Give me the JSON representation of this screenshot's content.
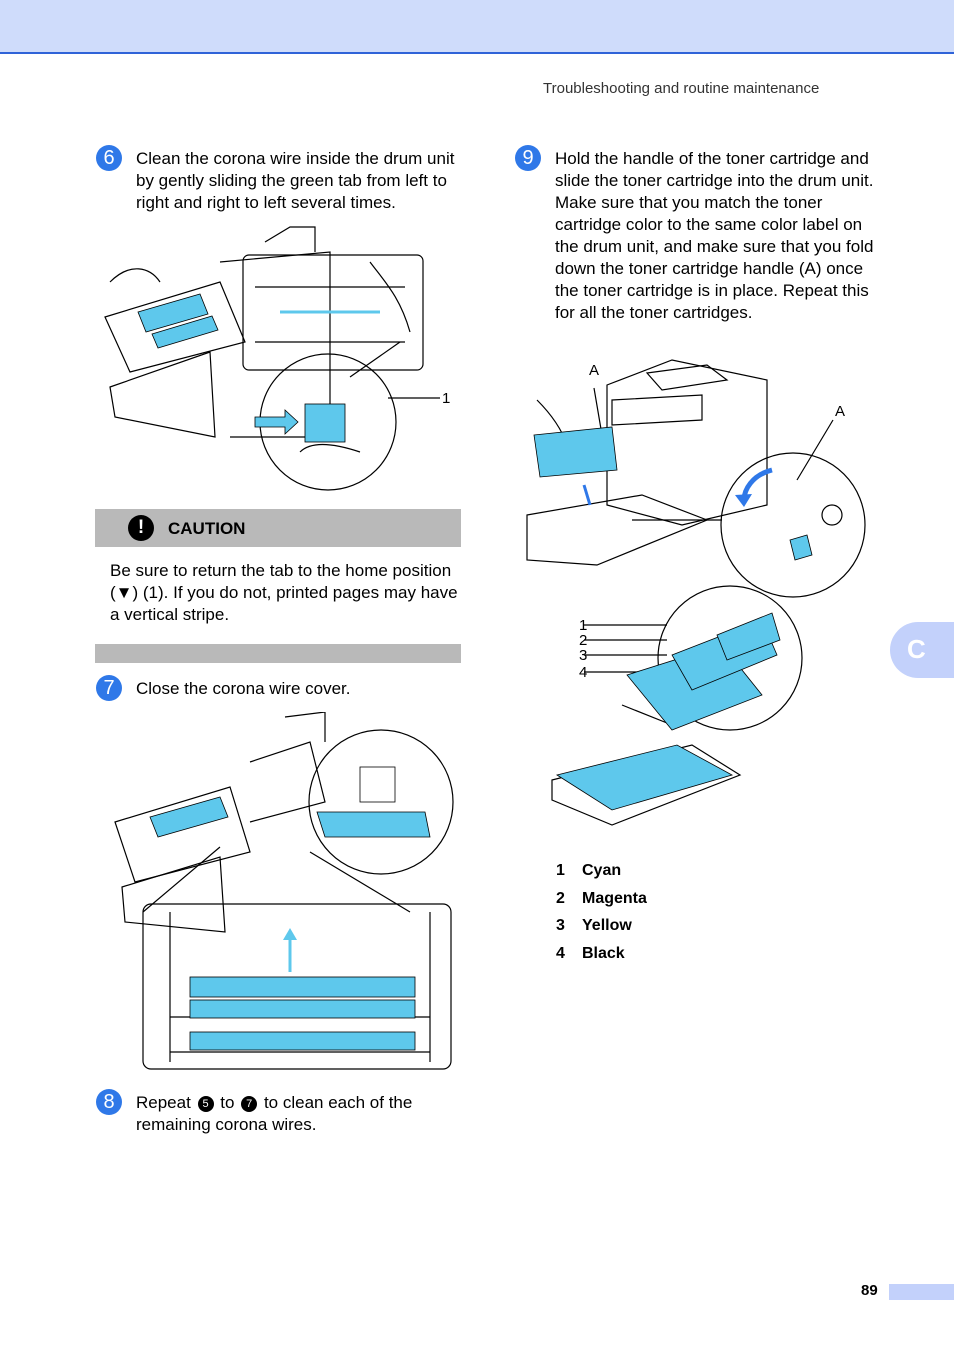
{
  "header": {
    "section_title": "Troubleshooting and routine maintenance"
  },
  "steps": [
    {
      "number": "6",
      "text": "Clean the corona wire inside the drum unit by gently sliding the green tab from left to right and right to left several times."
    },
    {
      "number": "7",
      "text": "Close the corona wire cover."
    },
    {
      "number": "8",
      "text_before": "Repeat",
      "ref_a": "5",
      "text_mid": "to",
      "ref_b": "7",
      "text_after": "to clean each of the remaining corona wires."
    },
    {
      "number": "9",
      "text": "Hold the handle of the toner cartridge and slide the toner cartridge into the drum unit. Make sure that you match the toner cartridge color to the same color label on the drum unit, and make sure that you fold down the toner cartridge handle (A) once the toner cartridge is in place. Repeat this for all the toner cartridges."
    }
  ],
  "caution": {
    "icon_glyph": "!",
    "title": "CAUTION",
    "body": "Be sure to return the tab to the home position (▼) (1). If you do not, printed pages may have a vertical stripe."
  },
  "figure_labels": {
    "fig6_callout": "1",
    "fig9_callout_left": "A",
    "fig9_callout_right": "A",
    "fig9_n1": "1",
    "fig9_n2": "2",
    "fig9_n3": "3",
    "fig9_n4": "4"
  },
  "legend": [
    {
      "num": "1",
      "label": "Cyan"
    },
    {
      "num": "2",
      "label": "Magenta"
    },
    {
      "num": "3",
      "label": "Yellow"
    },
    {
      "num": "4",
      "label": "Black"
    }
  ],
  "side_tab": {
    "letter": "C"
  },
  "footer": {
    "page_number": "89"
  },
  "colors": {
    "accent_blue": "#2f78e8",
    "band": "#cfdcfb",
    "caution_gray": "#b9b9b9",
    "toner_cyan": "#5ec8ec"
  }
}
